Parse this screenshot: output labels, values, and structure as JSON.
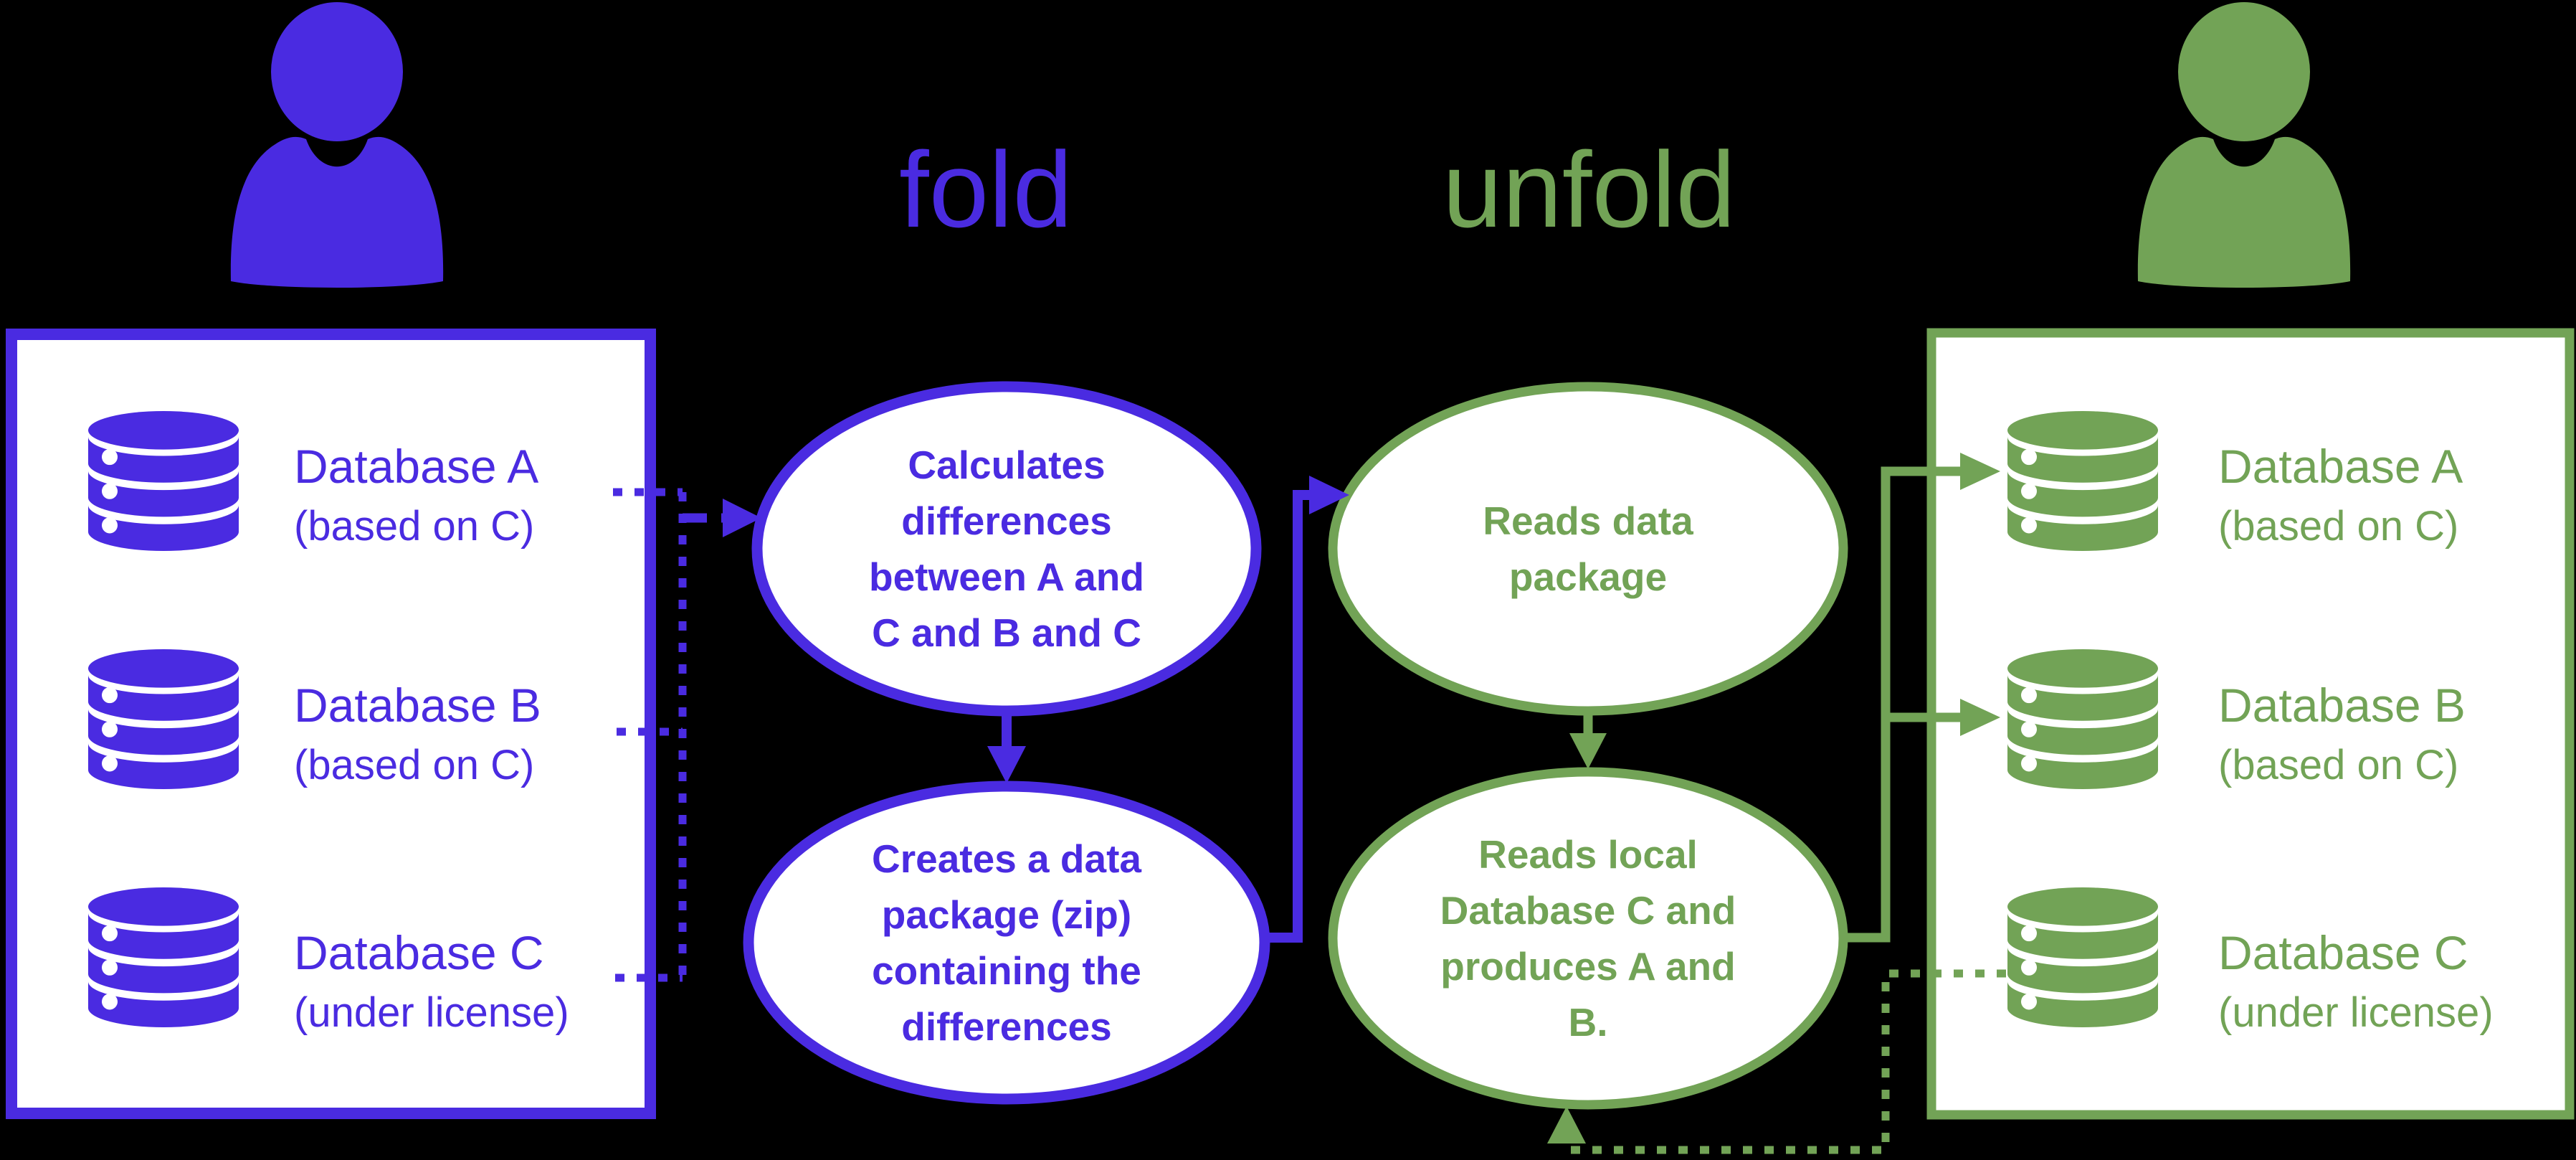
{
  "colors": {
    "purple": "#4A2BE1",
    "green": "#72A356",
    "surface": "#FFFFFF",
    "background": "#000000"
  },
  "header": {
    "fold_label": "fold",
    "unfold_label": "unfold"
  },
  "left_panel": {
    "databases": [
      {
        "name": "Database A",
        "note": "(based on C)"
      },
      {
        "name": "Database B",
        "note": "(based on C)"
      },
      {
        "name": "Database C",
        "note": "(under license)"
      }
    ]
  },
  "right_panel": {
    "databases": [
      {
        "name": "Database A",
        "note": "(based on C)"
      },
      {
        "name": "Database B",
        "note": "(based on C)"
      },
      {
        "name": "Database C",
        "note": "(under license)"
      }
    ]
  },
  "fold_process": {
    "steps": [
      {
        "lines": [
          "Calculates",
          "differences",
          "between A and",
          "C and B and C"
        ]
      },
      {
        "lines": [
          "Creates a data",
          "package (zip)",
          "containing the",
          "differences"
        ]
      }
    ]
  },
  "unfold_process": {
    "steps": [
      {
        "lines": [
          "Reads data",
          "package"
        ]
      },
      {
        "lines": [
          "Reads local",
          "Database C and",
          "produces A and",
          "B."
        ]
      }
    ]
  }
}
